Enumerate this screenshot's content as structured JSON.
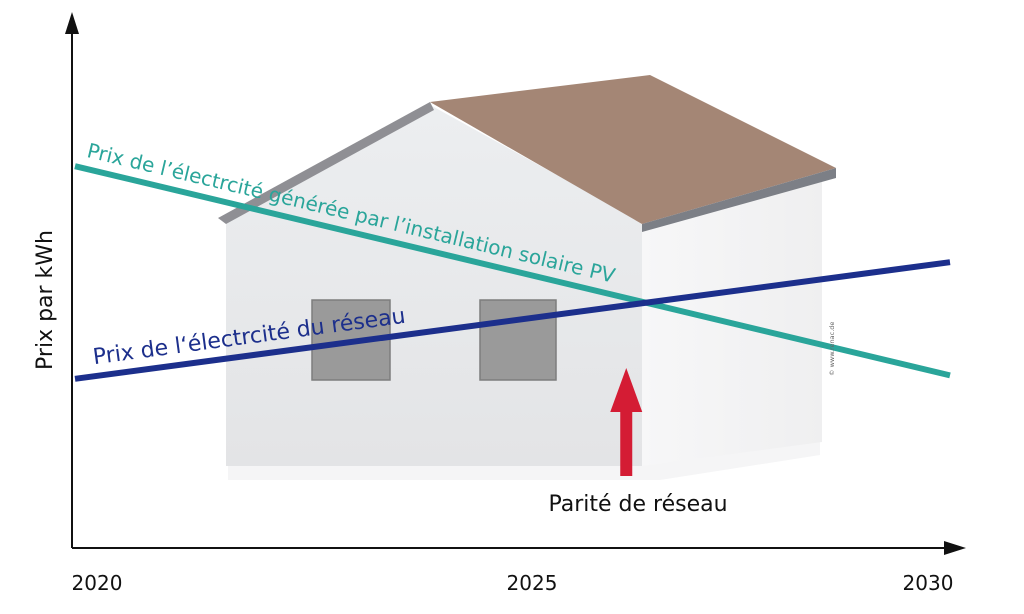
{
  "chart_data": {
    "type": "line",
    "ylabel": "Prix par kWh",
    "x_ticks": [
      "2020",
      "2025",
      "2030"
    ],
    "xlim": [
      2020,
      2030
    ],
    "ylim": [
      0,
      100
    ],
    "grid": false,
    "series": [
      {
        "name": "Prix de l’électrcité générée par l’installation solaire PV",
        "x": [
          2020,
          2030
        ],
        "y": [
          88,
          27
        ],
        "color": "#2aa59a"
      },
      {
        "name": "Prix de l‘électrcité du réseau",
        "x": [
          2020,
          2030
        ],
        "y": [
          26,
          60
        ],
        "color": "#1c2f8c"
      }
    ],
    "annotations": [
      {
        "text": "Parité de réseau",
        "x": 2026.3,
        "color": "#d41c34"
      }
    ]
  },
  "watermark": "© www.renac.de",
  "colors": {
    "roof": "#a48675",
    "wall_front": "#e7e8ea",
    "wall_side": "#f3f3f4",
    "window": "#9a9a9a",
    "axis": "#111111"
  }
}
